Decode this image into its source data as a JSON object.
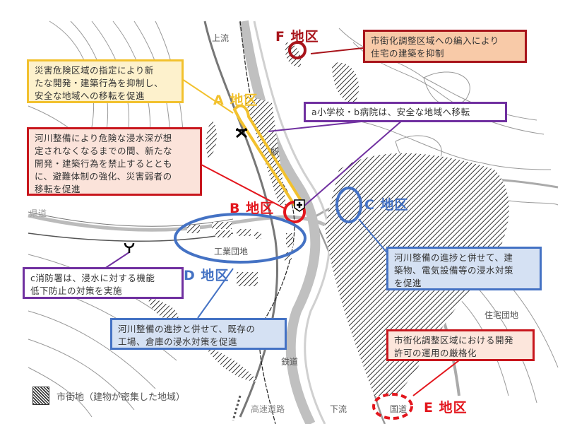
{
  "map": {
    "labels": {
      "upstream": "上流",
      "downstream": "下流",
      "station": "駅",
      "prefectural_road": "県道",
      "industrial_park": "工業団地",
      "railway": "鉄道",
      "expressway": "高速道路",
      "national_road": "国道",
      "housing_complex": "住宅団地"
    },
    "districts": {
      "A": "A 地区",
      "B": "B 地区",
      "C": "C 地区",
      "D": "D 地区",
      "E": "E 地区",
      "F": "F 地区"
    },
    "colors": {
      "A": "#f2c12e",
      "B": "#e3161d",
      "C": "#4472c4",
      "D": "#4472c4",
      "E": "#e3161d",
      "F": "#a8141b",
      "facility_link": "#7030a0"
    },
    "callouts": {
      "a_district": "災害危険区域の指定により新\nたな開発・建築行為を抑制し、\n安全な地域への移転を促進",
      "b_district": "河川整備により危険な浸水深が想\n定されなくなるまでの間、新たな\n開発・建築行為を禁止するととも\nに、避難体制の強化、災害弱者の\n移転を促進",
      "f_district": "市街化調整区域への編入により\n住宅の建築を抑制",
      "facilities": "a小学校・b病院は、安全な地域へ移転",
      "fire_station": "c消防署は、浸水に対する機能\n低下防止の対策を実施",
      "c_district": "河川整備の進捗と併せて、建\n築物、電気設備等の浸水対策\nを促進",
      "d_district": "河川整備の進捗と併せて、既存の\n工場、倉庫の浸水対策を促進",
      "e_district": "市街化調整区域における開発\n許可の運用の厳格化"
    },
    "legend": {
      "label": "市街地（建物が密集した地域）"
    },
    "icons": {
      "school": "school-icon",
      "hospital": "hospital-icon",
      "fire_station": "fire-station-icon"
    }
  }
}
